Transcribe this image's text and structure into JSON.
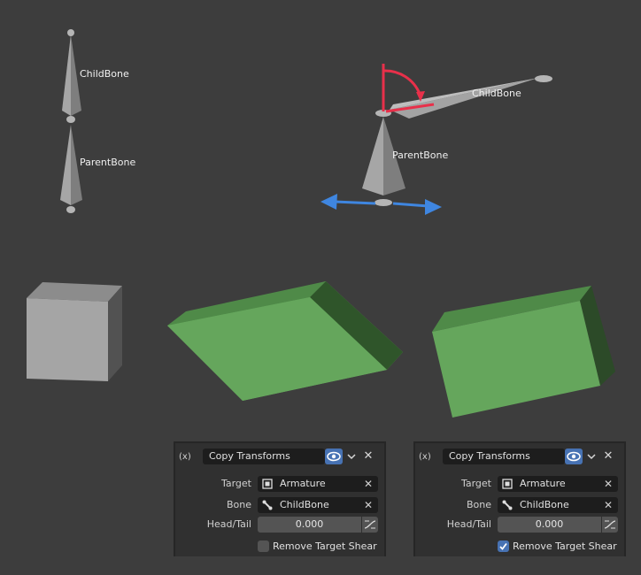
{
  "viewport": {
    "bone_labels": {
      "left_child": "ChildBone",
      "left_parent": "ParentBone",
      "right_child": "ChildBone",
      "right_parent": "ParentBone"
    },
    "colors": {
      "background": "#3d3d3d",
      "bone": "#9c9c9c",
      "cube_gray": "#a5a5a5",
      "cube_green": "#63a55a",
      "rotate_gizmo": "#e8304a",
      "translate_gizmo": "#3f86e0"
    }
  },
  "panels": [
    {
      "constraint_icon": "(x)",
      "name": "Copy Transforms",
      "target_label": "Target",
      "target_value": "Armature",
      "bone_label": "Bone",
      "bone_value": "ChildBone",
      "headtail_label": "Head/Tail",
      "headtail_value": "0.000",
      "shear_label": "Remove Target Shear",
      "shear_checked": false
    },
    {
      "constraint_icon": "(x)",
      "name": "Copy Transforms",
      "target_label": "Target",
      "target_value": "Armature",
      "bone_label": "Bone",
      "bone_value": "ChildBone",
      "headtail_label": "Head/Tail",
      "headtail_value": "0.000",
      "shear_label": "Remove Target Shear",
      "shear_checked": true
    }
  ]
}
